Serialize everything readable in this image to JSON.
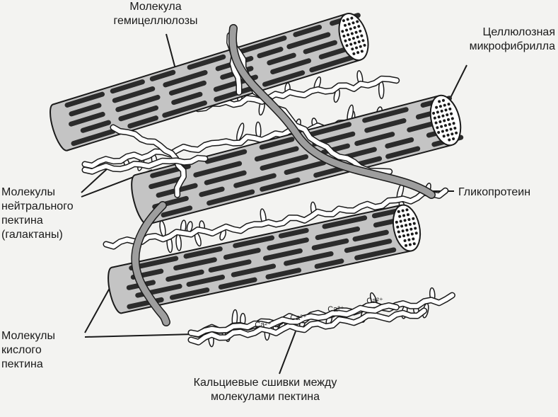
{
  "labels": {
    "hemicellulose": [
      "Молекула",
      "гемицеллюлозы"
    ],
    "cellulose": [
      "Целлюлозная",
      "микрофибрилла"
    ],
    "glycoprotein": [
      "Гликопротеин"
    ],
    "neutral_pectin": [
      "Молекулы",
      "нейтрального",
      "пектина",
      "(галактаны)"
    ],
    "acidic_pectin": [
      "Молекулы",
      "кислого",
      "пектина"
    ],
    "calcium_links": [
      "Кальциевые сшивки между",
      "молекулами пектина"
    ]
  },
  "calcium_ions": [
    "Ca²⁺",
    "Ca²⁺",
    "Ca²⁺",
    "Ca²⁺"
  ],
  "colors": {
    "fibril_fill": "#c4c4c4",
    "stripe": "#2b2b2b",
    "pectin_fill": "#ffffff",
    "glycoprotein_fill": "#9e9e9e",
    "line": "#1a1a1a"
  }
}
